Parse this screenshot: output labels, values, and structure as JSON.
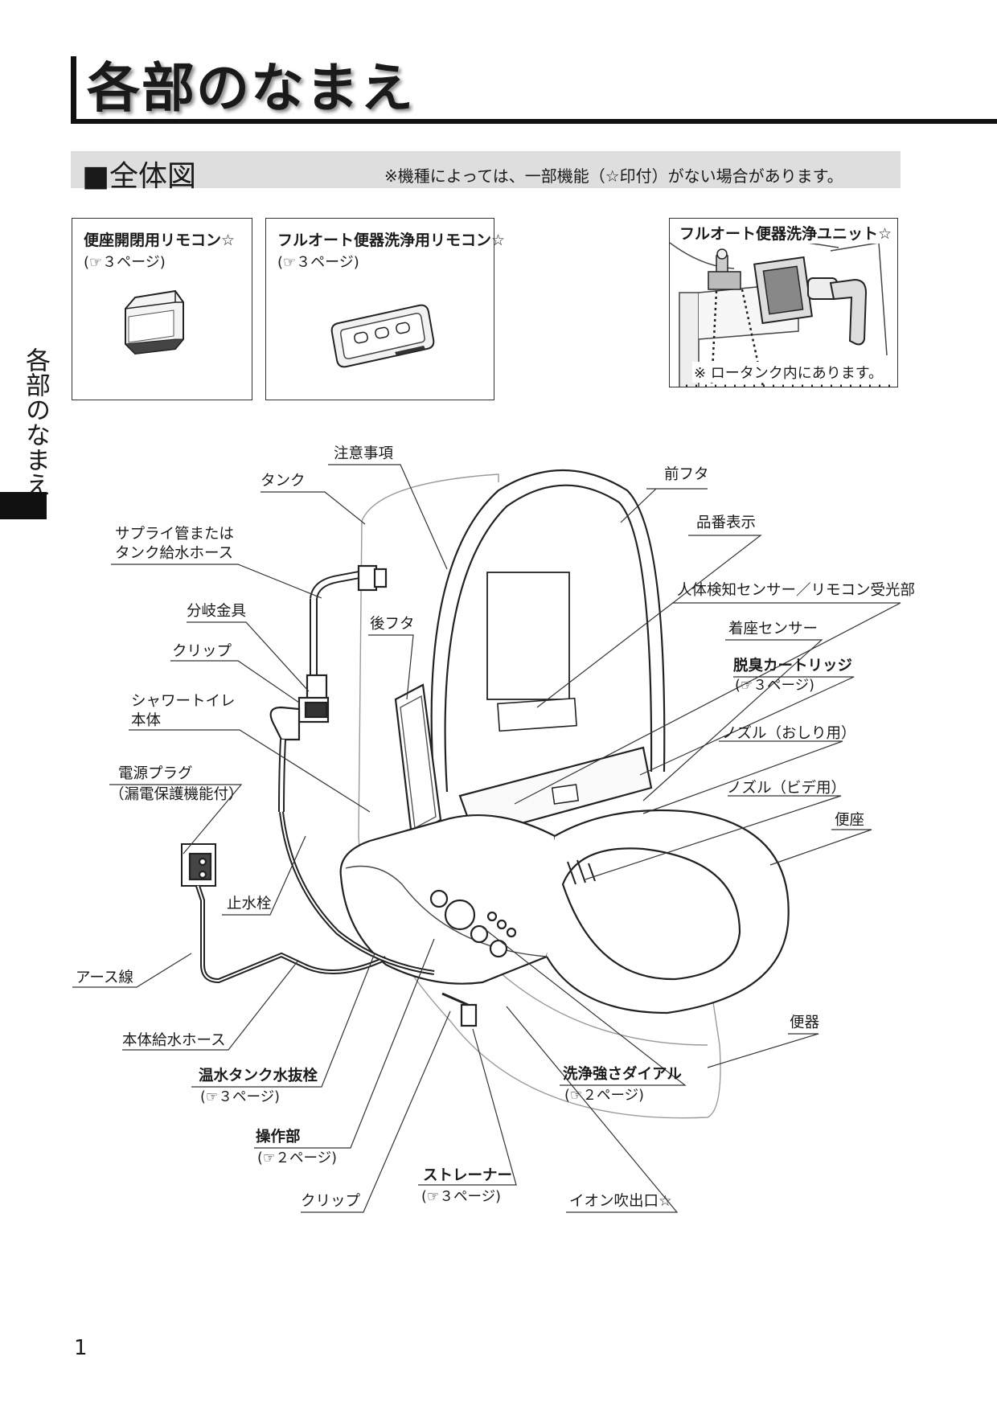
{
  "header": {
    "title": "各部のなまえ",
    "side_tab": "各部のなまえ"
  },
  "section": {
    "title": "■全体図",
    "note": "※機種によっては、一部機能（☆印付）がない場合があります。"
  },
  "insets": {
    "seat_remote": {
      "title": "便座開閉用リモコン☆",
      "ref": "(☞３ページ)"
    },
    "flush_remote": {
      "title": "フルオート便器洗浄用リモコン☆",
      "ref": "(☞３ページ)"
    },
    "flush_unit": {
      "title": "フルオート便器洗浄ユニット☆",
      "note": "※ ロータンク内にあります。"
    }
  },
  "labels": {
    "caution": "注意事項",
    "front_lid": "前フタ",
    "tank": "タンク",
    "model_display": "品番表示",
    "supply_line1": "サプライ管または",
    "supply_line2": "タンク給水ホース",
    "sensor": "人体検知センサー／リモコン受光部",
    "branch_fitting": "分岐金具",
    "rear_lid": "後フタ",
    "seat_sensor": "着座センサー",
    "clip_upper": "クリップ",
    "deodorizer": "脱臭カートリッジ",
    "deodorizer_ref": "(☞３ページ)",
    "shower_toilet_line1": "シャワートイレ",
    "shower_toilet_line2": "本体",
    "nozzle_bottom": "ノズル（おしり用）",
    "nozzle_bidet": "ノズル（ビデ用）",
    "power_plug": "電源プラグ",
    "power_plug_sub": "（漏電保護機能付）",
    "seat": "便座",
    "stop_valve": "止水栓",
    "earth_wire": "アース線",
    "bowl": "便器",
    "main_hose": "本体給水ホース",
    "drain_plug": "温水タンク水抜栓",
    "drain_plug_ref": "(☞３ページ)",
    "wash_dial": "洗浄強さダイアル",
    "wash_dial_ref": "(☞２ページ)",
    "control_panel": "操作部",
    "control_panel_ref": "(☞２ページ)",
    "strainer": "ストレーナー",
    "strainer_ref": "(☞３ページ)",
    "clip_lower": "クリップ",
    "ion_outlet": "イオン吹出口☆"
  },
  "footer": {
    "page_number": "1"
  }
}
